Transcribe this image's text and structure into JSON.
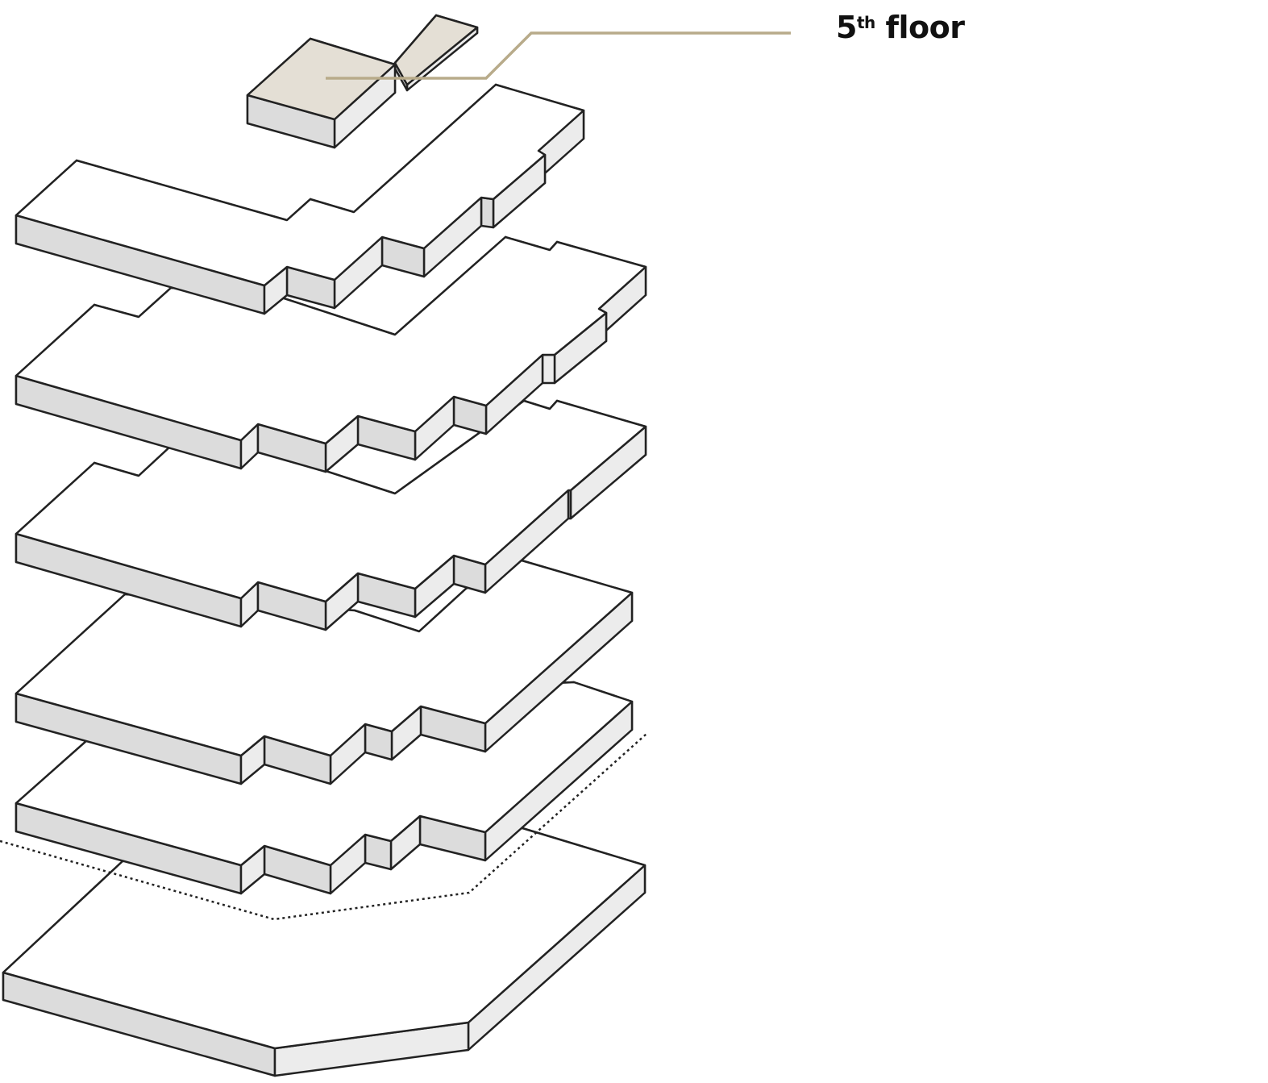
{
  "label": {
    "number": "5",
    "suffix": "th",
    "text": "floor"
  },
  "colors": {
    "leader": "#b8ab8a",
    "highlight_top": "#e4dfd5",
    "top": "#ffffff",
    "side_dark": "#dcdcdc",
    "side_light": "#ececec",
    "stroke": "#222222"
  }
}
